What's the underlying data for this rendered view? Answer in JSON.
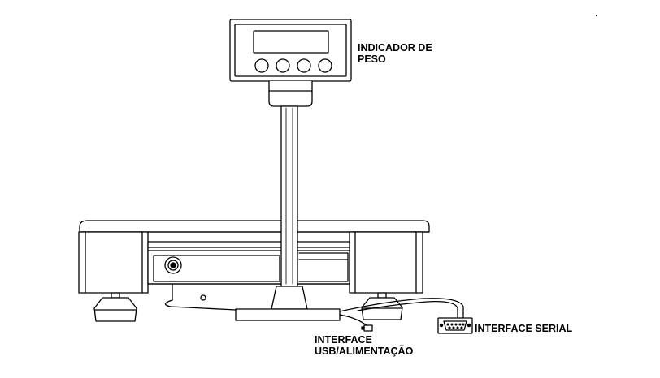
{
  "labels": {
    "indicator_line1": "INDICADOR DE",
    "indicator_line2": "PESO",
    "usb_line1": "INTERFACE",
    "usb_line2": "USB/ALIMENTAÇÃO",
    "serial": "INTERFACE SERIAL"
  },
  "colors": {
    "stroke": "#000000",
    "fill": "#ffffff",
    "shade": "#e6e6e6"
  }
}
